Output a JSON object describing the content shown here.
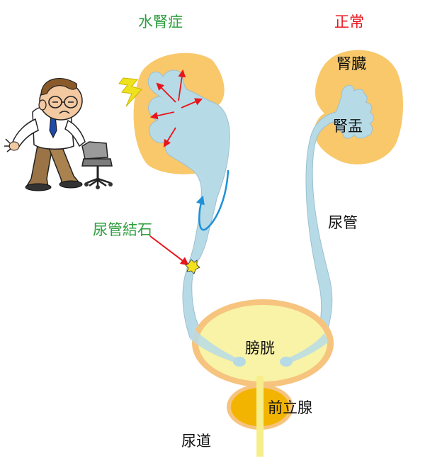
{
  "labels": {
    "hydronephrosis": "水腎症",
    "normal": "正常",
    "kidney": "腎臓",
    "renal_pelvis": "腎盂",
    "ureteral_stone": "尿管結石",
    "ureter": "尿管",
    "bladder": "膀胱",
    "prostate": "前立腺",
    "urethra": "尿道"
  },
  "colors": {
    "heading_green": "#2e9e3e",
    "heading_red": "#e8141b",
    "kidney_fill": "#f8c86a",
    "urinary_tract_fill": "#b7dbe6",
    "urinary_tract_edge": "#9cbfd0",
    "bladder_fill": "#f8f3a6",
    "bladder_rim": "#f6c47e",
    "prostate_fill": "#f2b400",
    "urethra_fill": "#f6ee8a",
    "arrow_red": "#e8141b",
    "flow_blue": "#1e90d8",
    "stone_yellow": "#f4e11c",
    "pain_bolt": "#f0e11e",
    "text_dark": "#111111"
  },
  "icons": [
    "pain-lightning-icon",
    "pressure-arrow-icon",
    "urine-backflow-arrow-icon",
    "stone-icon",
    "worried-man-illustration",
    "office-chair-icon"
  ]
}
